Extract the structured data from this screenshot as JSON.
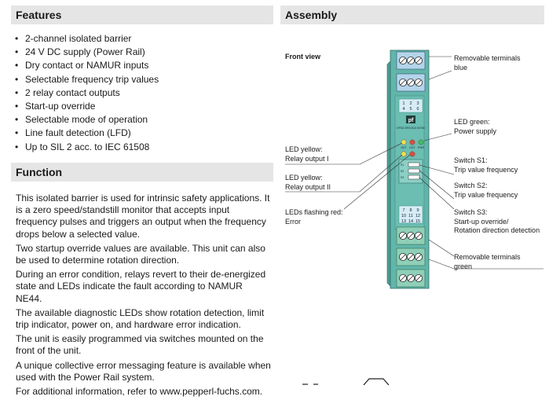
{
  "features": {
    "title": "Features",
    "items": [
      "2-channel isolated barrier",
      "24 V DC supply (Power Rail)",
      "Dry contact or NAMUR inputs",
      "Selectable frequency trip values",
      "2 relay contact outputs",
      "Start-up override",
      "Selectable mode of operation",
      "Line fault detection (LFD)",
      "Up to SIL 2 acc. to IEC 61508"
    ]
  },
  "function": {
    "title": "Function",
    "paragraphs": [
      "This isolated barrier is used for intrinsic safety applications. It is a zero speed/standstill monitor that accepts input frequency pulses and triggers an output when the frequency drops below a selected value.",
      "Two startup override values are available. This unit can also be used to determine rotation direction.",
      "During an error condition, relays revert to their de-energized state and LEDs indicate the fault according to NAMUR NE44.",
      "The available diagnostic LEDs show rotation detection, limit trip indicator, power on, and hardware error indication.",
      "The unit is easily programmed via switches mounted on the front of the unit.",
      "A unique collective error messaging feature is available when used with the Power Rail system.",
      "For additional information, refer to www.pepperl-fuchs.com."
    ]
  },
  "assembly": {
    "title": "Assembly",
    "front_view": "Front view",
    "device": {
      "terminal_numbers_top": [
        "1",
        "2",
        "3",
        "4",
        "5",
        "6"
      ],
      "terminal_numbers_bottom": [
        "7",
        "8",
        "9",
        "10",
        "11",
        "12",
        "13",
        "14",
        "15"
      ],
      "model": "KFD2-SR3-Ex2.W.SM",
      "brand_mark": "pf",
      "led_labels": [
        "OUT",
        "OUT",
        "PWR"
      ],
      "switch_labels": [
        "S1",
        "S2",
        "S3"
      ]
    },
    "callouts": {
      "removable_terminals_blue": [
        "Removable terminals",
        "blue"
      ],
      "led_green": [
        "LED green:",
        "Power supply"
      ],
      "led_yellow_1": [
        "LED yellow:",
        "Relay output I"
      ],
      "switch_s1": [
        "Switch S1:",
        "Trip value frequency"
      ],
      "led_yellow_2": [
        "LED yellow:",
        "Relay output II"
      ],
      "switch_s2": [
        "Switch S2:",
        "Trip value frequency"
      ],
      "leds_flashing_red": [
        "LEDs flashing red:",
        "Error"
      ],
      "switch_s3": [
        "Switch S3:",
        "Start-up override/",
        "Rotation direction detection"
      ],
      "removable_terminals_green": [
        "Removable terminals",
        "green"
      ]
    },
    "colors": {
      "housing": "#5fb3a8",
      "housing_dark": "#3f8f86",
      "terminal_blue": "#b4d4ea",
      "terminal_green": "#8fcfb8",
      "led_yellow": "#f1e04a",
      "led_red": "#e04a3a",
      "led_green": "#3fbf5f"
    }
  }
}
